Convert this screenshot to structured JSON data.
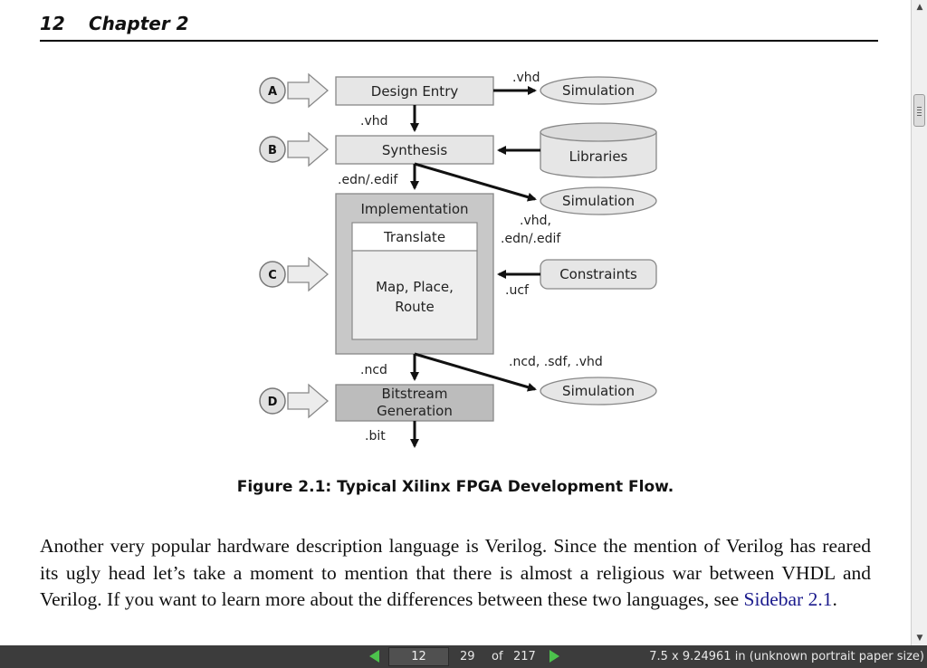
{
  "header": {
    "page_number": "12",
    "chapter": "Chapter 2"
  },
  "figure": {
    "steps": {
      "a": "A",
      "b": "B",
      "c": "C",
      "d": "D"
    },
    "design_entry": "Design Entry",
    "synthesis": "Synthesis",
    "implementation": "Implementation",
    "translate": "Translate",
    "map_line1": "Map, Place,",
    "map_line2": "Route",
    "bitstream_line1": "Bitstream",
    "bitstream_line2": "Generation",
    "simulation": "Simulation",
    "libraries": "Libraries",
    "constraints": "Constraints",
    "labels": {
      "vhd_top": ".vhd",
      "vhd_left": ".vhd",
      "edn_left": ".edn/.edif",
      "vhd_comma": ".vhd,",
      "edn_right": ".edn/.edif",
      "ucf": ".ucf",
      "ncd": ".ncd",
      "ncd_sdf_vhd": ".ncd, .sdf, .vhd",
      "bit": ".bit"
    },
    "caption": "Figure 2.1: Typical Xilinx FPGA Development Flow."
  },
  "body": {
    "paragraph_before": "Another very popular hardware description language is Verilog. Since the mention of Verilog has reared its ugly head let’s take a moment to mention that there is almost a religious war between VHDL and Verilog. If you want to learn more about the differences between these two languages, see ",
    "link_text": "Sidebar 2.1",
    "paragraph_after": "."
  },
  "statusbar": {
    "page_input": "12",
    "current": "29",
    "of": "of",
    "total": "217",
    "paper_size": "7.5 x 9.24961 in (unknown portrait paper size)"
  },
  "colors": {
    "box_fill": "#e6e6e6",
    "impl_fill": "#c8c8c8",
    "bitstream_fill": "#bcbcbc",
    "nav_arrow": "#4cc24c",
    "link": "#1a1a8c"
  }
}
